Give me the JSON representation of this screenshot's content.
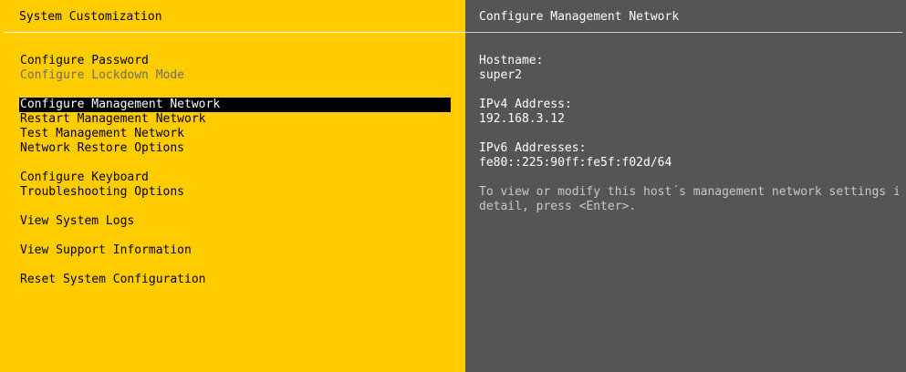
{
  "left_panel": {
    "title": "System Customization",
    "items": [
      {
        "label": "Configure Password",
        "state": "normal"
      },
      {
        "label": "Configure Lockdown Mode",
        "state": "dim"
      },
      {
        "label": "Configure Management Network",
        "state": "selected"
      },
      {
        "label": "Restart Management Network",
        "state": "normal"
      },
      {
        "label": "Test Management Network",
        "state": "normal"
      },
      {
        "label": "Network Restore Options",
        "state": "normal"
      },
      {
        "label": "Configure Keyboard",
        "state": "normal"
      },
      {
        "label": "Troubleshooting Options",
        "state": "normal"
      },
      {
        "label": "View System Logs",
        "state": "normal"
      },
      {
        "label": "View Support Information",
        "state": "normal"
      },
      {
        "label": "Reset System Configuration",
        "state": "normal"
      }
    ]
  },
  "right_panel": {
    "title": "Configure Management Network",
    "hostname_label": "Hostname:",
    "hostname_value": "super2",
    "ipv4_label": "IPv4 Address:",
    "ipv4_value": "192.168.3.12",
    "ipv6_label": "IPv6 Addresses:",
    "ipv6_value": "fe80::225:90ff:fe5f:f02d/64",
    "hint_line1": "To view or modify this host´s management network settings in",
    "hint_line2": "detail, press <Enter>."
  },
  "colors": {
    "left_background": "#FFCC00",
    "right_background": "#555555",
    "selection_background": "#000000",
    "selection_text": "#FFFFFF",
    "disabled_text": "#6E6E6E",
    "hint_text": "#C8C8C8"
  }
}
